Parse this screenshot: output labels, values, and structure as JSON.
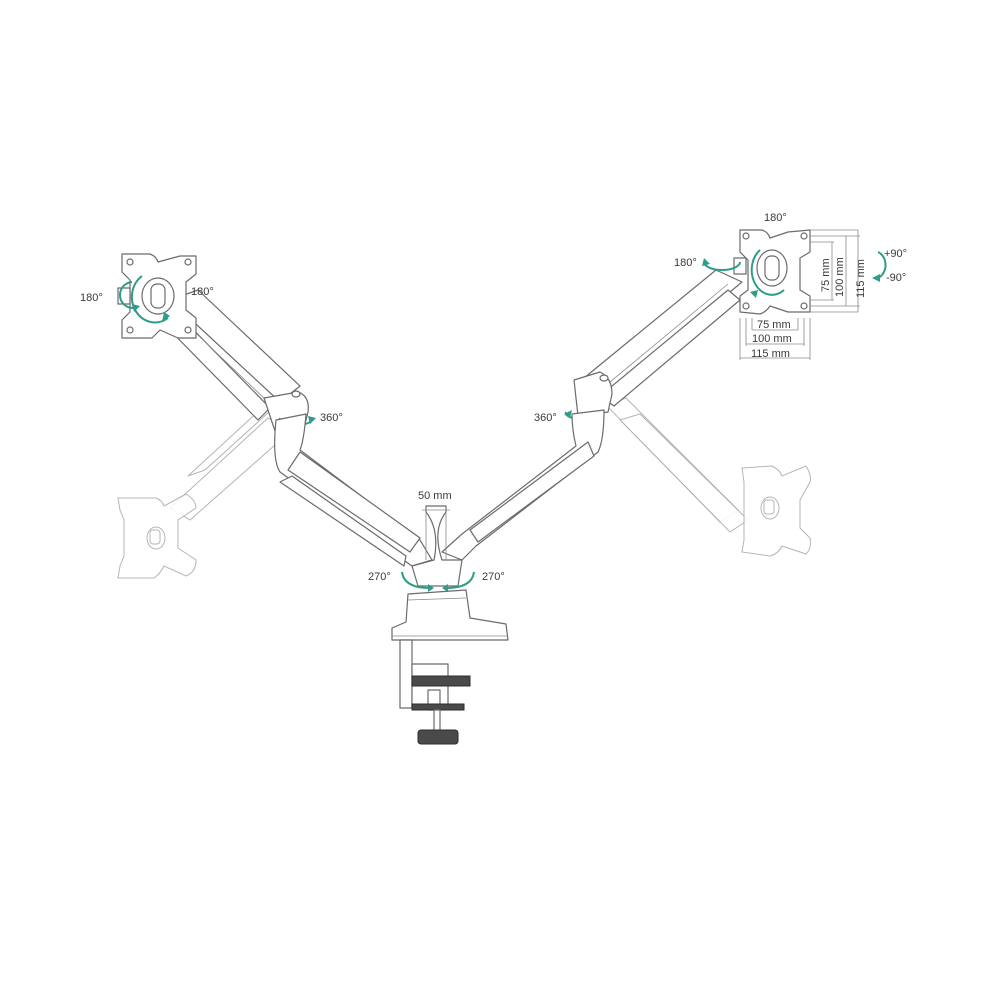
{
  "colors": {
    "accent": "#2e9c88",
    "line": "#6b6b6b",
    "background": "#ffffff"
  },
  "labels": {
    "left_plate_left": "180°",
    "left_plate_right": "180°",
    "left_elbow": "360°",
    "center_width": "50 mm",
    "base_left": "270°",
    "base_right": "270°",
    "right_elbow": "360°",
    "right_plate_top": "180°",
    "right_plate_left": "180°",
    "tilt_up": "+90°",
    "tilt_down": "-90°"
  },
  "vesa": {
    "horizontal": [
      "75 mm",
      "100 mm",
      "115 mm"
    ],
    "vertical": [
      "75 mm",
      "100 mm",
      "115 mm"
    ]
  }
}
